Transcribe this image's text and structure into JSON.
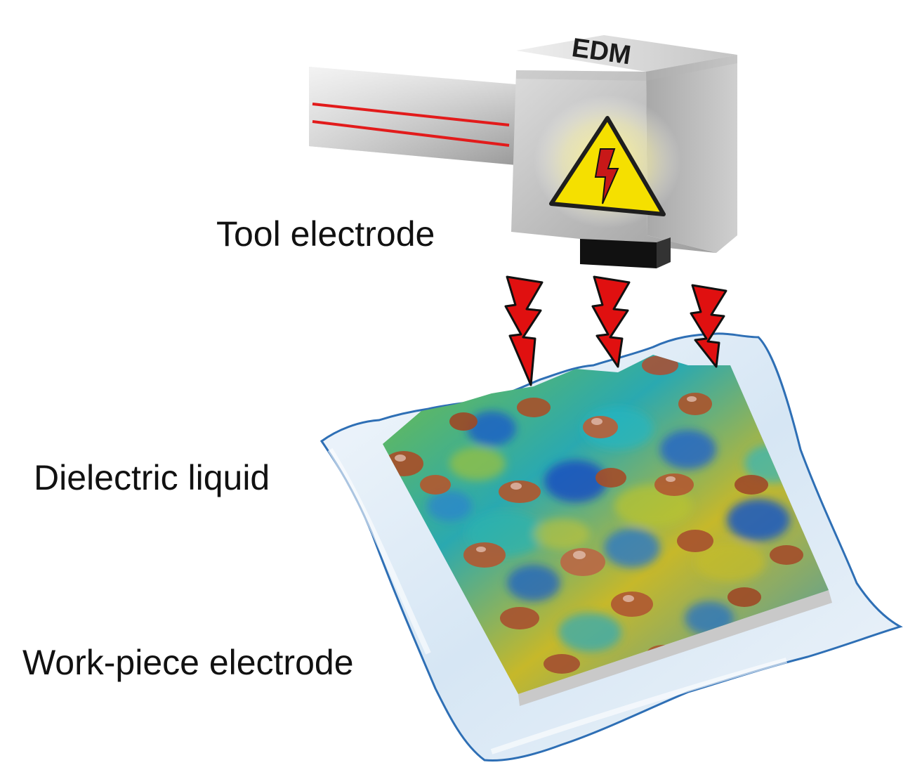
{
  "labels": {
    "tool_electrode": "Tool electrode",
    "dielectric_liquid": "Dielectric liquid",
    "workpiece_electrode": "Work-piece electrode"
  },
  "machine": {
    "brand_text": "EDM"
  },
  "colors": {
    "spark": "#e01010",
    "warning_yellow": "#f5e000",
    "housing_gray": "#c8c8c8",
    "liquid_blue": "#dbe9f5",
    "liquid_edge": "#2e6fb5"
  }
}
